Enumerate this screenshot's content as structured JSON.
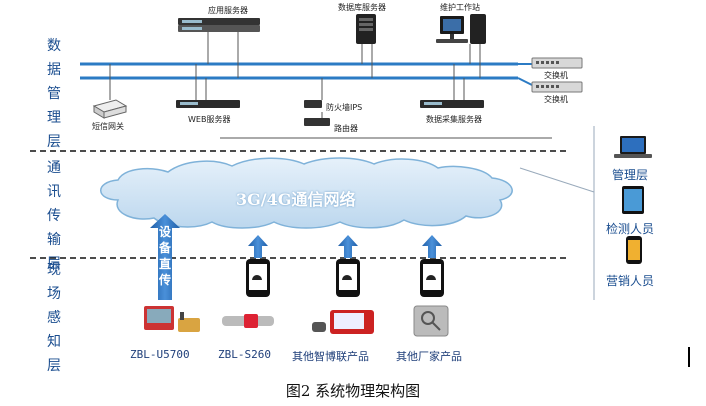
{
  "layers": {
    "data_management": "数据管理层",
    "transmission": "通讯传输层",
    "perception": "现场感知层"
  },
  "servers": {
    "app_server": "应用服务器",
    "db_server": "数据库服务器",
    "maint_station": "维护工作站",
    "switch_1": "交换机",
    "switch_2": "交换机",
    "sms_gateway": "短信网关",
    "web_server": "WEB服务器",
    "firewall": "防火墙IPS",
    "router": "路由器",
    "collect_server": "数据采集服务器"
  },
  "network": {
    "cloud_label": "3G/4G通信网络",
    "direct_upload": "设备直传"
  },
  "devices": {
    "d1": "ZBL-U5700",
    "d2": "ZBL-S260",
    "d3": "其他智博联产品",
    "d4": "其他厂家产品"
  },
  "roles": {
    "management": "管理层",
    "inspector": "检测人员",
    "sales": "营销人员"
  },
  "caption": "图2  系统物理架构图",
  "colors": {
    "bus": "#2b7bc4",
    "arrow": "#2e74c0",
    "cloud_fill": "#cfe3f3",
    "cloud_stroke": "#7fb2d9",
    "layer_text": "#1a4d8f"
  }
}
